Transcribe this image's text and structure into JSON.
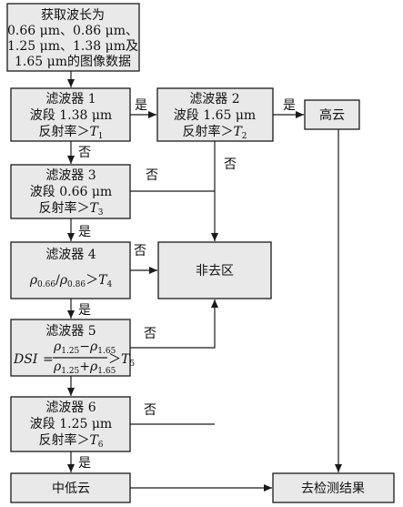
{
  "nodes": {
    "acquire": {
      "lines": [
        "获取波长为",
        "0.66 μm、0.86 μm、",
        "1.25 μm、1.38 μm及",
        "1.65 μm的图像数据"
      ]
    },
    "f1": {
      "title": "滤波器 1",
      "band": "波段 1.38 μm",
      "cond_prefix": "反射率＞",
      "cond_var": "T",
      "cond_sub": "1"
    },
    "f2": {
      "title": "滤波器 2",
      "band": "波段 1.65 μm",
      "cond_prefix": "反射率＞",
      "cond_var": "T",
      "cond_sub": "2"
    },
    "high_cloud": {
      "label": "高云"
    },
    "f3": {
      "title": "滤波器 3",
      "band": "波段 0.66 μm",
      "cond_prefix": "反射率＞",
      "cond_var": "T",
      "cond_sub": "3"
    },
    "f4": {
      "title": "滤波器 4",
      "rho": "ρ",
      "sub_a": "0.66",
      "slash": "/",
      "sub_b": "0.86",
      "gt": "＞",
      "cond_var": "T",
      "cond_sub": "4"
    },
    "non_cloud": {
      "label": "非去区"
    },
    "f5": {
      "title": "滤波器 5",
      "dsi": "DSI",
      "eq": "=",
      "rho": "ρ",
      "sub_1": "1.25",
      "minus": "−",
      "sub_2": "1.65",
      "plus": "+",
      "gt": "＞",
      "cond_var": "T",
      "cond_sub": "5"
    },
    "f6": {
      "title": "滤波器 6",
      "band": "波段 1.25 μm",
      "cond_prefix": "反射率＞",
      "cond_var": "T",
      "cond_sub": "6"
    },
    "mid_low_cloud": {
      "label": "中低云"
    },
    "output": {
      "label": "去检测结果"
    }
  },
  "edge_labels": {
    "yes": "是",
    "no": "否"
  }
}
